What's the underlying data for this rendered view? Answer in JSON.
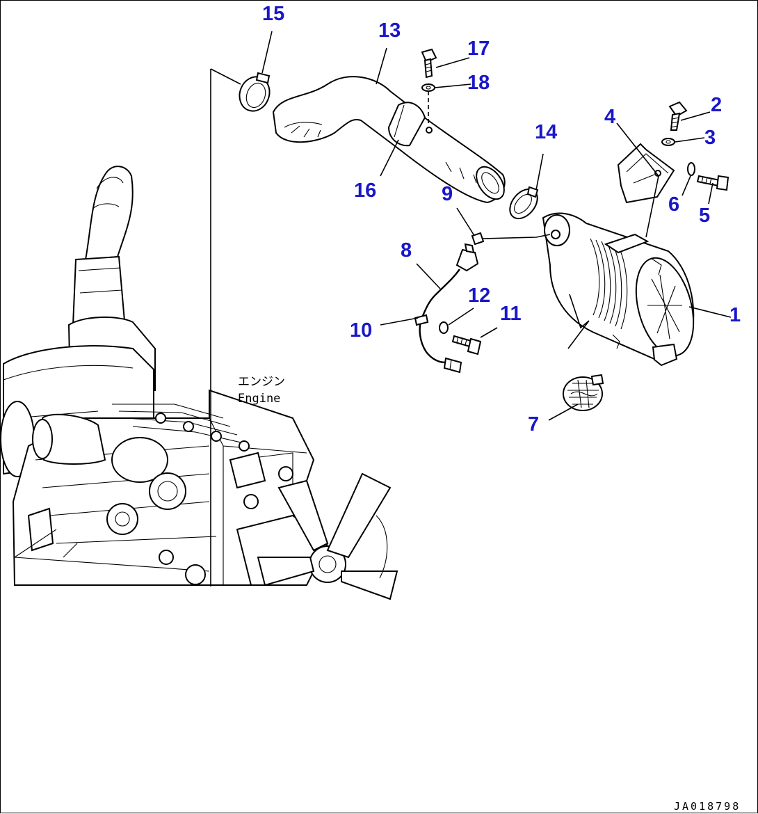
{
  "callouts": [
    {
      "id": "1",
      "label": "1",
      "part": "air-cleaner"
    },
    {
      "id": "2",
      "label": "2",
      "part": "bolt"
    },
    {
      "id": "3",
      "label": "3",
      "part": "washer"
    },
    {
      "id": "4",
      "label": "4",
      "part": "bracket"
    },
    {
      "id": "5",
      "label": "5",
      "part": "bolt"
    },
    {
      "id": "6",
      "label": "6",
      "part": "washer"
    },
    {
      "id": "7",
      "label": "7",
      "part": "element"
    },
    {
      "id": "8",
      "label": "8",
      "part": "sensor-harness"
    },
    {
      "id": "9",
      "label": "9",
      "part": "fitting"
    },
    {
      "id": "10",
      "label": "10",
      "part": "clip"
    },
    {
      "id": "11",
      "label": "11",
      "part": "bolt"
    },
    {
      "id": "12",
      "label": "12",
      "part": "washer"
    },
    {
      "id": "13",
      "label": "13",
      "part": "intake-hose"
    },
    {
      "id": "14",
      "label": "14",
      "part": "clamp"
    },
    {
      "id": "15",
      "label": "15",
      "part": "clamp"
    },
    {
      "id": "16",
      "label": "16",
      "part": "band"
    },
    {
      "id": "17",
      "label": "17",
      "part": "bolt"
    },
    {
      "id": "18",
      "label": "18",
      "part": "washer"
    }
  ],
  "engine_label": {
    "japanese": "エンジン",
    "english": "Engine"
  },
  "drawing_code": "JA018798",
  "colors": {
    "callout": "#1a17c8",
    "line": "#000000",
    "background": "#ffffff"
  }
}
